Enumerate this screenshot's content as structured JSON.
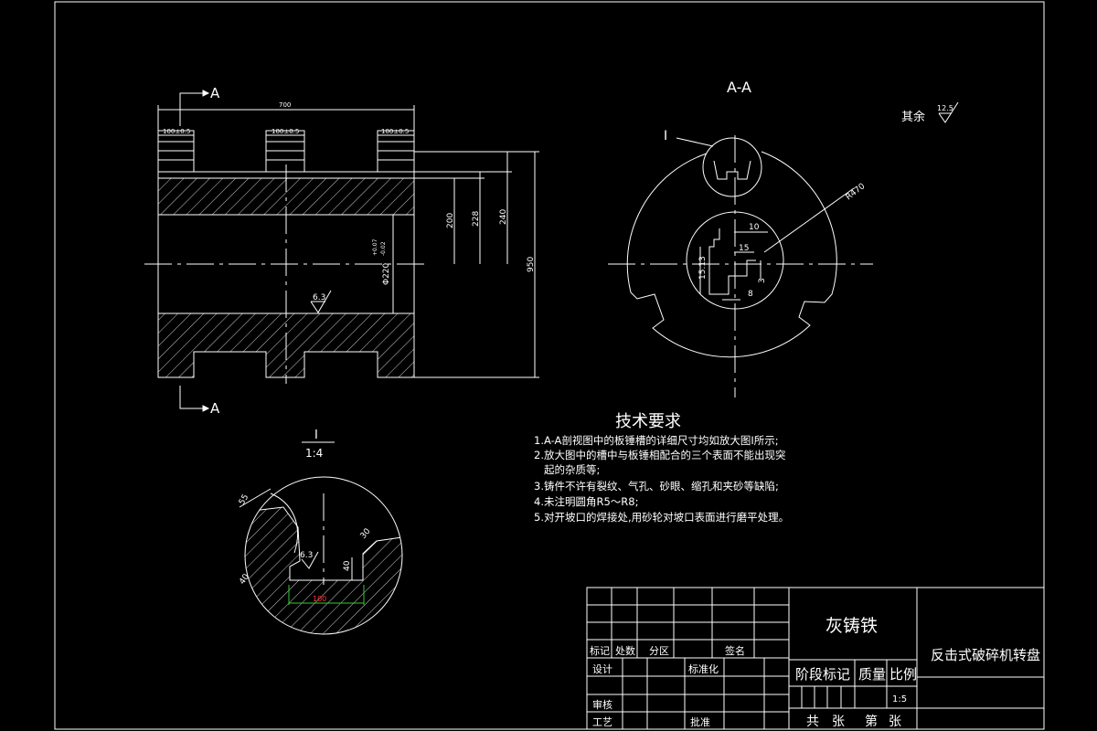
{
  "front_view": {
    "section_mark_top": "A",
    "section_mark_bottom": "A",
    "dim_overall_width": "700",
    "dim_slot_left": "100±0.5",
    "dim_slot_mid": "100±0.5",
    "dim_slot_right": "100±0.5",
    "dim_200": "200",
    "dim_228": "228",
    "dim_240": "240",
    "dim_950": "950",
    "dim_bore": "Φ220",
    "dim_bore_tol_upper": "+0.07",
    "dim_bore_tol_lower": "-0.02",
    "roughness_front": "6.3"
  },
  "section_view": {
    "title": "A-A",
    "detail_callout": "I",
    "radius_label": "R470",
    "dim_10": "10",
    "dim_15": "15",
    "dim_3": "3",
    "dim_15_13": "15.13",
    "dim_8": "8"
  },
  "roughness_note": {
    "label": "其余",
    "value": "12.5"
  },
  "detail_view": {
    "label": "I",
    "scale": "1:4",
    "dim_55": "55",
    "dim_40a": "40",
    "dim_40b": "40",
    "dim_30": "30",
    "dim_bottom_red": "100",
    "roughness": "6.3"
  },
  "tech_requirements": {
    "title": "技术要求",
    "items": [
      "1.A-A剖视图中的板锤槽的详细尺寸均如放大图Ⅰ所示;",
      "2.放大图中的槽中与板锤相配合的三个表面不能出现突",
      "   起的杂质等;",
      "3.铸件不许有裂纹、气孔、砂眼、缩孔和夹砂等缺陷;",
      "4.未注明圆角R5～R8;",
      "5.对开坡口的焊接处,用砂轮对坡口表面进行磨平处理。"
    ]
  },
  "title_block": {
    "material": "灰铸铁",
    "part_name": "反击式破碎机转盘",
    "h_mark": "标记",
    "h_count": "处数",
    "h_zone": "分区",
    "h_sign": "签名",
    "h_design": "设计",
    "h_standard": "标准化",
    "h_stage": "阶段标记",
    "h_mass": "质量",
    "h_scale": "比例",
    "scale_value": "1:5",
    "h_review": "审核",
    "h_process": "工艺",
    "h_approve": "批准",
    "h_total": "共",
    "h_sheets": "张",
    "h_sheet_no": "第",
    "h_sheet": "张"
  }
}
